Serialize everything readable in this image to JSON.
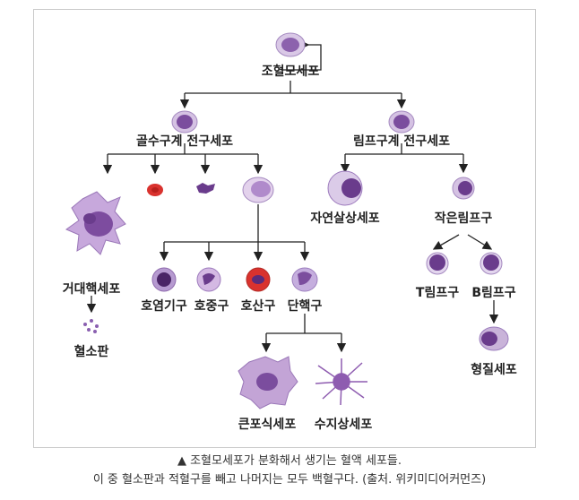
{
  "labels": {
    "hsc": "조혈모세포",
    "myeloid": "골수구계 전구세포",
    "lymphoid": "림프구계 전구세포",
    "megakaryocyte": "거대핵세포",
    "platelet": "혈소판",
    "basophil": "호염기구",
    "neutrophil": "호중구",
    "eosinophil": "호산구",
    "monocyte": "단핵구",
    "macrophage": "큰포식세포",
    "dendritic": "수지상세포",
    "nk": "자연살상세포",
    "small_lymphocyte": "작은림프구",
    "tcell": "T림프구",
    "bcell": "B림프구",
    "plasma": "형질세포"
  },
  "caption": {
    "line1": "▲ 조혈모세포가 분화해서 생기는 혈액 세포들.",
    "line2": "이 중 혈소판과 적혈구를 빼고 나머지는 모두 백혈구다. (출처. 위키미디어커먼즈)"
  },
  "colors": {
    "cell_purple": "#c9b3d9",
    "nucleus": "#6a3c8c",
    "rbc": "#d9322e",
    "line": "#222222"
  }
}
